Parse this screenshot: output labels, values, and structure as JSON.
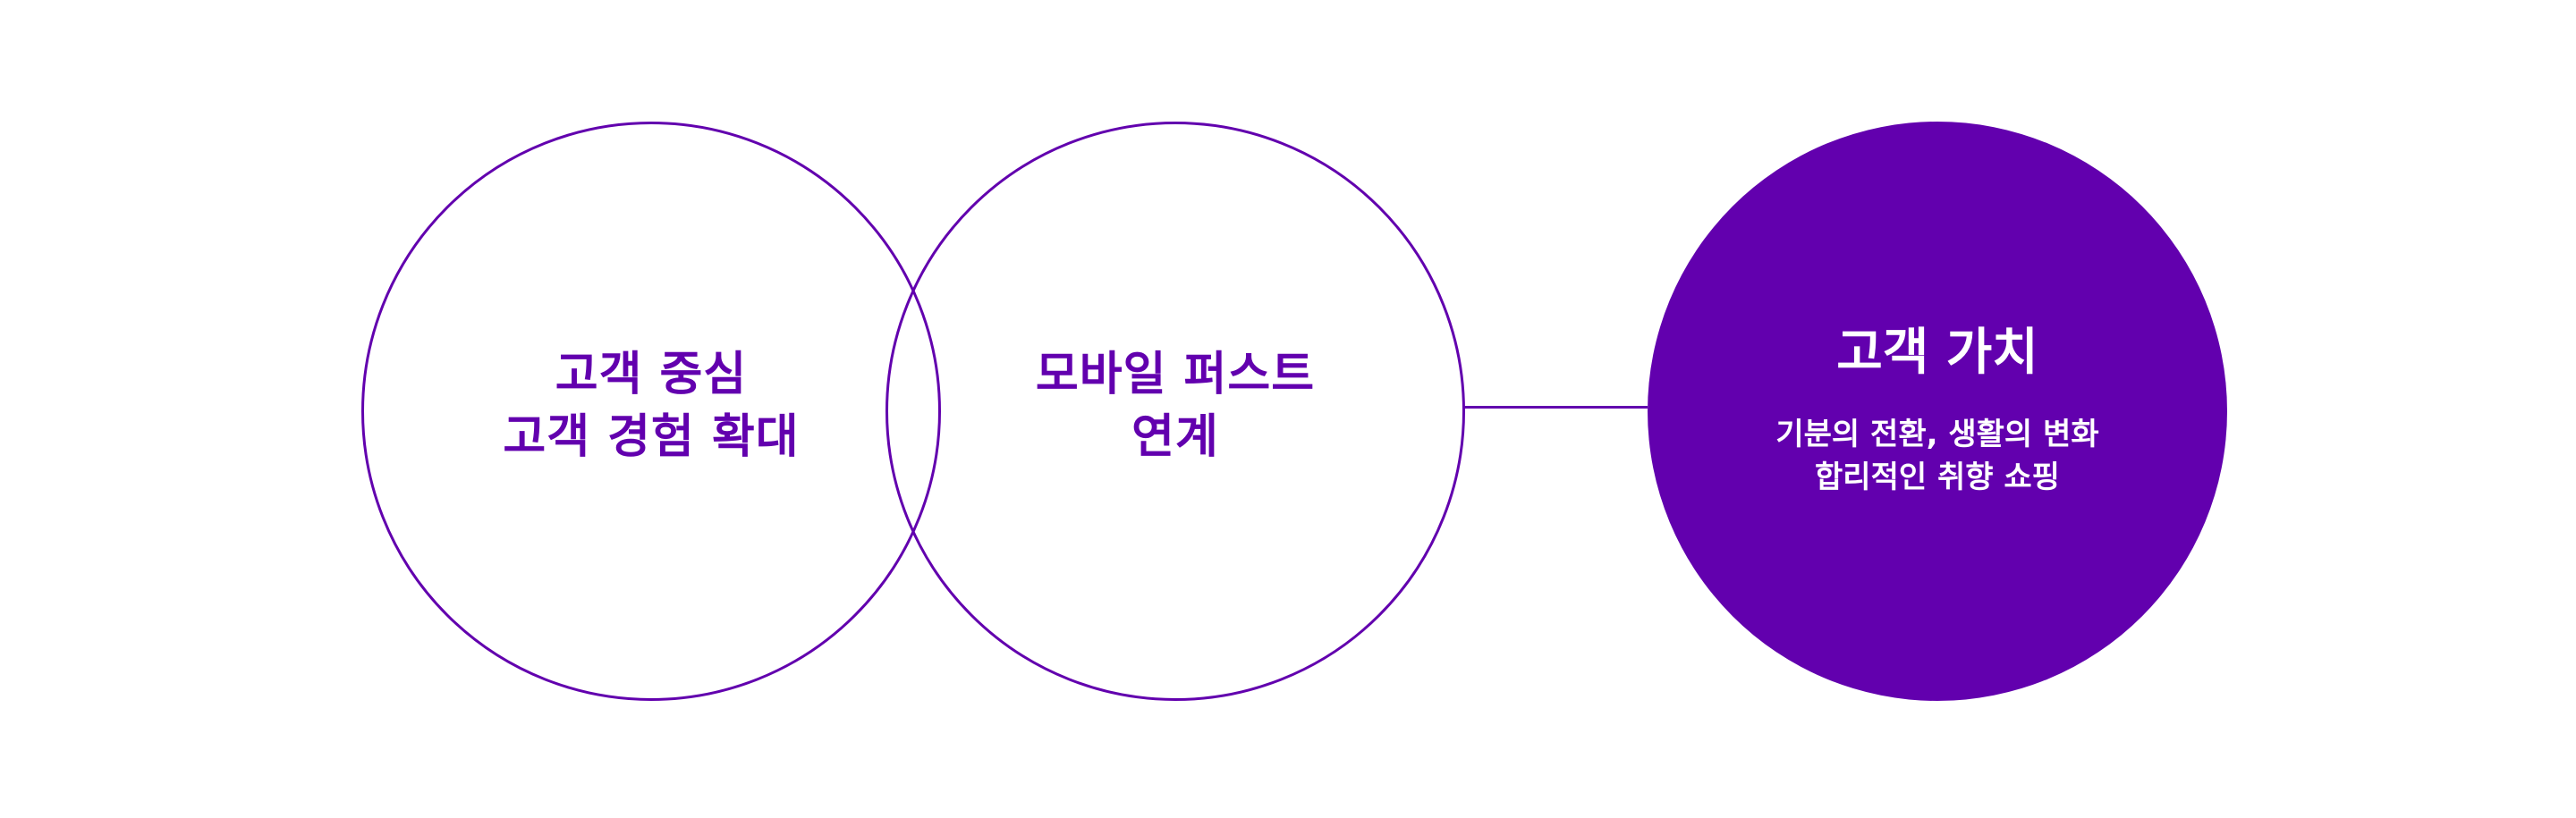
{
  "colors": {
    "accent": "#6200ae",
    "background": "#ffffff",
    "filled_text": "#ffffff"
  },
  "left_circle": {
    "lines": [
      "고객 중심",
      "고객 경험 확대"
    ]
  },
  "middle_circle": {
    "lines": [
      "모바일 퍼스트",
      "연계"
    ]
  },
  "right_circle": {
    "title": "고객 가치",
    "description_lines": [
      "기분의 전환, 생활의 변화",
      "합리적인 취향 쇼핑"
    ]
  }
}
